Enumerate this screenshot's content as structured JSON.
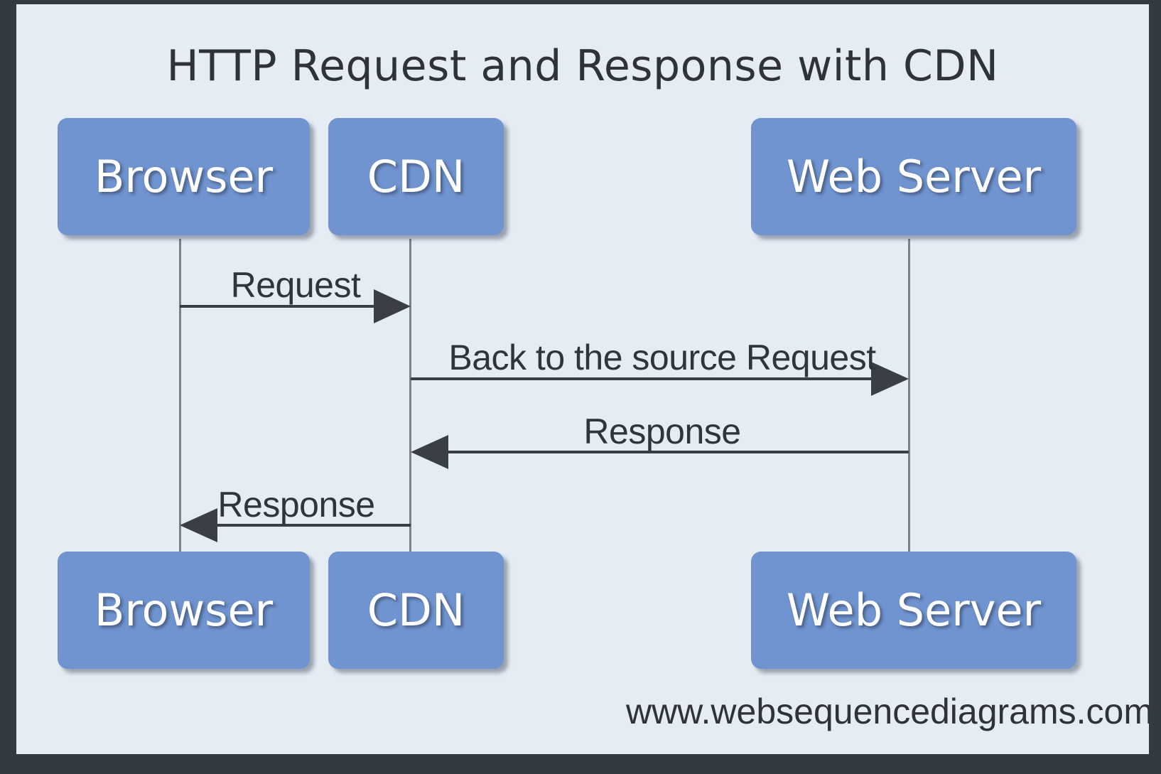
{
  "diagram": {
    "title": "HTTP Request and Response with CDN",
    "participants": [
      {
        "id": "browser",
        "label": "Browser"
      },
      {
        "id": "cdn",
        "label": "CDN"
      },
      {
        "id": "webserver",
        "label": "Web Server"
      }
    ],
    "messages": [
      {
        "from": "browser",
        "to": "cdn",
        "label": "Request"
      },
      {
        "from": "cdn",
        "to": "webserver",
        "label": "Back to the source Request"
      },
      {
        "from": "webserver",
        "to": "cdn",
        "label": "Response"
      },
      {
        "from": "cdn",
        "to": "browser",
        "label": "Response"
      }
    ],
    "footer": "www.websequencediagrams.com"
  },
  "colors": {
    "background": "#e6ecf4",
    "frame": "#343a42",
    "actor_fill": "#7094d0",
    "actor_text": "#ffffff",
    "arrow": "#3a3f45",
    "lifeline": "#7d8288"
  }
}
